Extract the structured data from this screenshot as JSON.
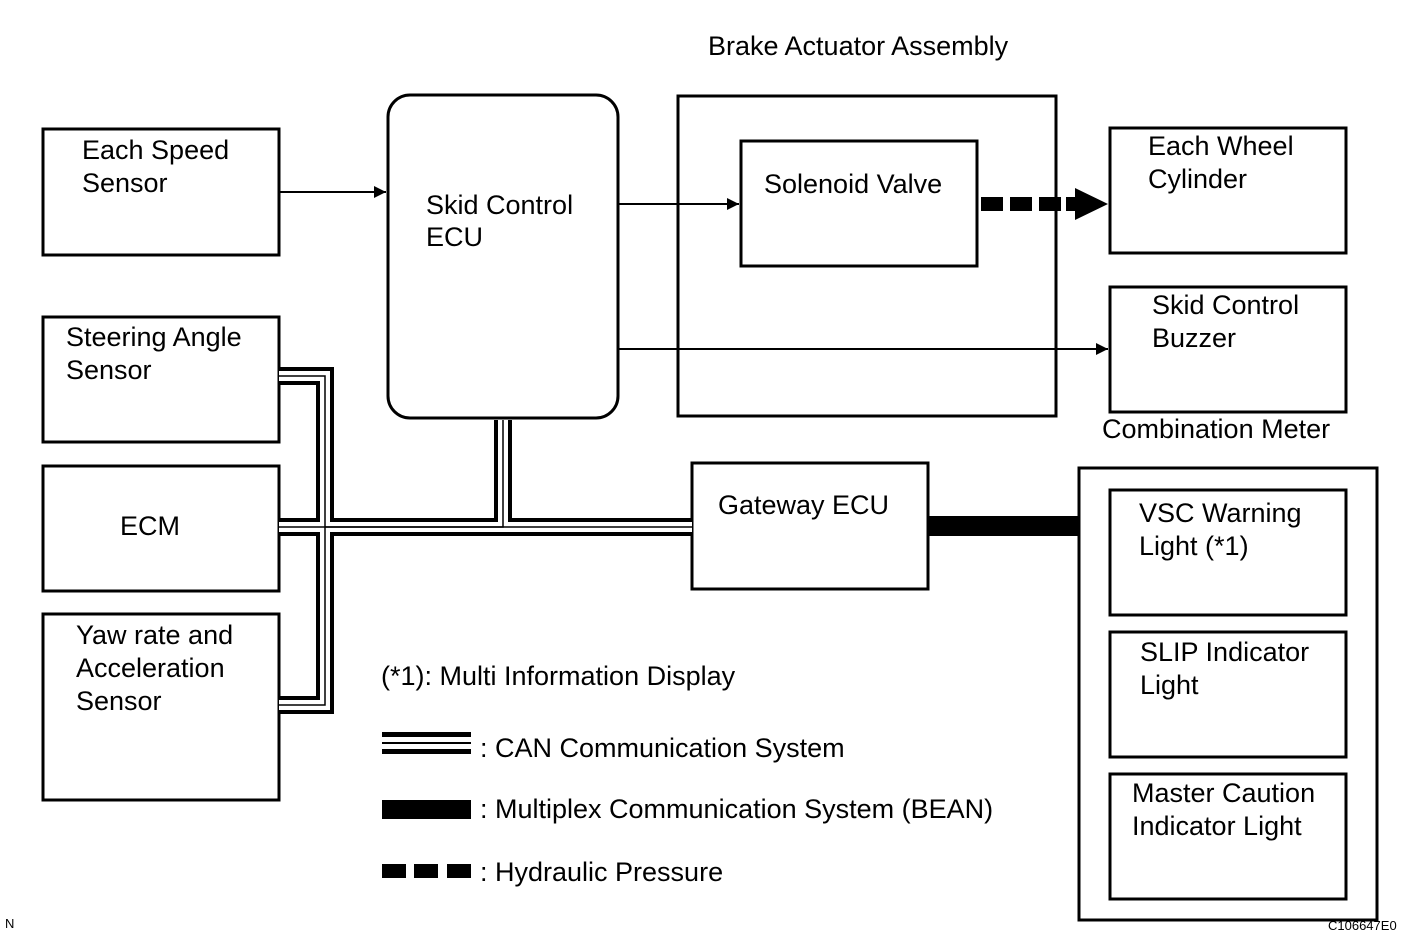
{
  "title": "Brake Actuator Assembly",
  "nodes": {
    "speed_sensor": [
      "Each Speed",
      "Sensor"
    ],
    "steering_sensor": [
      "Steering Angle",
      "Sensor"
    ],
    "ecm": "ECM",
    "yaw_sensor": [
      "Yaw rate and",
      "Acceleration",
      "Sensor"
    ],
    "skid_ecu": [
      "Skid Control",
      "ECU"
    ],
    "solenoid": "Solenoid Valve",
    "wheel_cylinder": [
      "Each Wheel",
      "Cylinder"
    ],
    "buzzer": [
      "Skid Control",
      "Buzzer"
    ],
    "gateway": "Gateway ECU",
    "vsc_light": [
      "VSC Warning",
      "Light (*1)"
    ],
    "slip_light": [
      "SLIP Indicator",
      "Light"
    ],
    "master_caution": [
      "Master Caution",
      "Indicator Light"
    ]
  },
  "combination_meter_label": "Combination Meter",
  "footnote": "(*1): Multi Information Display",
  "legend": {
    "can": ": CAN Communication System",
    "bean": ": Multiplex Communication System (BEAN)",
    "hydraulic": ": Hydraulic Pressure"
  },
  "corner_left": "N",
  "corner_right": "C106647E0"
}
